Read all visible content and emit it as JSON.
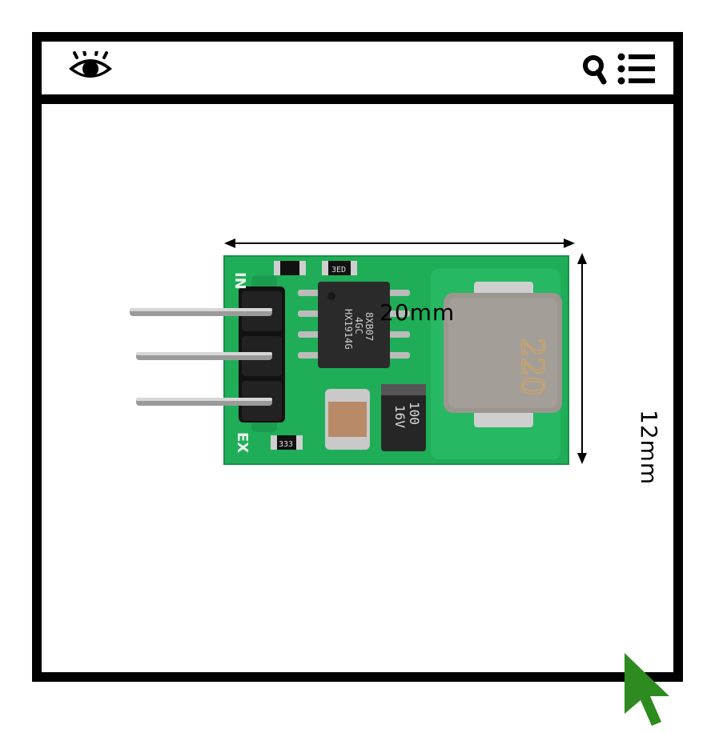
{
  "window": {
    "eye_icon": "eye-icon",
    "search_icon": "search-icon",
    "menu_icon": "list-menu-icon"
  },
  "product": {
    "width_label": "20mm",
    "height_label": "12mm",
    "pin_label_top": "IN",
    "pin_label_bottom": "EX",
    "resistor_top": "",
    "resistor_led": "3ED",
    "resistor_bottom": "333",
    "chip_line1": "8XB07",
    "chip_line2": "4GC",
    "chip_line3": "HX1914G",
    "cap_line1": "100",
    "cap_line2": "16V",
    "inductor_marking": "220"
  },
  "colors": {
    "frame": "#000000",
    "pcb": "#1fae57",
    "cursor": "#2e8b1f"
  }
}
